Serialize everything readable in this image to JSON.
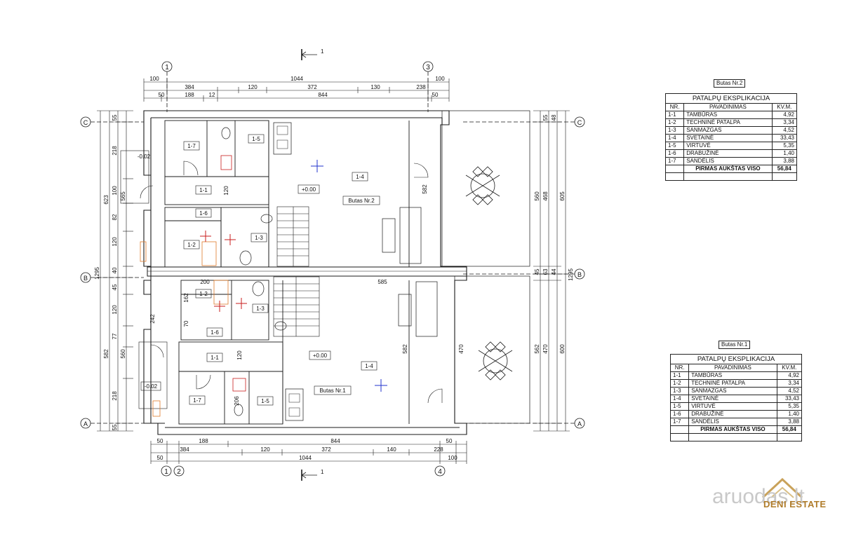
{
  "axes": {
    "top_left": "1",
    "top_right": "3",
    "bottom_left_a": "1",
    "bottom_left_b": "2",
    "bottom_right": "4",
    "row_c": "C",
    "row_b": "B",
    "row_a": "A"
  },
  "section": {
    "top": "1",
    "bottom": "1"
  },
  "dims_top": {
    "row1": [
      "100",
      "1044",
      "100"
    ],
    "row2": [
      "384",
      "120",
      "372",
      "130",
      "238"
    ],
    "row3": [
      "50",
      "188",
      "12",
      "844",
      "50"
    ]
  },
  "dims_bottom": {
    "row1": [
      "50",
      "188",
      "844",
      "50"
    ],
    "row2": [
      "384",
      "120",
      "372",
      "140",
      "228"
    ],
    "row3": [
      "50",
      "1044",
      "100"
    ]
  },
  "dims_left": {
    "outer": [
      "1295"
    ],
    "mid": [
      "623",
      "582"
    ],
    "inner_top": [
      "55",
      "218",
      "100",
      "82",
      "120",
      "40"
    ],
    "inner_bottom": [
      "45",
      "120",
      "77",
      "560",
      "218",
      "55"
    ],
    "extra": [
      "565",
      "242"
    ]
  },
  "dims_right": {
    "outer": [
      "1295"
    ],
    "mid": [
      "605",
      "600"
    ],
    "inner_top": [
      "55",
      "560",
      "48"
    ],
    "inner_mid": [
      "468",
      "470",
      "562"
    ],
    "small": [
      "45",
      "63",
      "44"
    ]
  },
  "apt2": {
    "label": "Butas Nr.2",
    "rooms": [
      "1-7",
      "1-5",
      "1-1",
      "1-4",
      "1-6",
      "1-2",
      "1-3"
    ],
    "level": "+0.00",
    "dims_inner": [
      "120",
      "582",
      "-0.02"
    ]
  },
  "apt1": {
    "label": "Butas Nr.1",
    "rooms": [
      "1-2",
      "1-3",
      "1-6",
      "1-1",
      "1-4",
      "1-7",
      "1-5"
    ],
    "level": "+0.00",
    "level_entry": "-0.02",
    "dims_inner": [
      "200",
      "162",
      "70",
      "585",
      "120",
      "582",
      "470",
      "206"
    ]
  },
  "table2": {
    "caption": "Butas Nr.2",
    "title": "PATALPŲ EKSPLIKACIJA",
    "headers": [
      "NR.",
      "PAVADINIMAS",
      "KV.M."
    ],
    "rows": [
      [
        "1-1",
        "TAMBŪRAS",
        "4,92"
      ],
      [
        "1-2",
        "TECHNINĖ PATALPA",
        "3,34"
      ],
      [
        "1-3",
        "SANMAZGAS",
        "4,52"
      ],
      [
        "1-4",
        "SVETAINĖ",
        "33,43"
      ],
      [
        "1-5",
        "VIRTUVĖ",
        "5,35"
      ],
      [
        "1-6",
        "DRABUŽINĖ",
        "1,40"
      ],
      [
        "1-7",
        "SANDĖLIS",
        "3,88"
      ]
    ],
    "total_label": "PIRMAS AUKŠTAS VISO",
    "total_value": "56,84"
  },
  "table1": {
    "caption": "Butas Nr.1",
    "title": "PATALPŲ EKSPLIKACIJA",
    "headers": [
      "NR.",
      "PAVADINIMAS",
      "KV.M."
    ],
    "rows": [
      [
        "1-1",
        "TAMBŪRAS",
        "4,92"
      ],
      [
        "1-2",
        "TECHNINĖ PATALPA",
        "3,34"
      ],
      [
        "1-3",
        "SANMAZGAS",
        "4,52"
      ],
      [
        "1-4",
        "SVETAINĖ",
        "33,43"
      ],
      [
        "1-5",
        "VIRTUVĖ",
        "5,35"
      ],
      [
        "1-6",
        "DRABUŽINĖ",
        "1,40"
      ],
      [
        "1-7",
        "SANDĖLIS",
        "3,88"
      ]
    ],
    "total_label": "PIRMAS AUKŠTAS VISO",
    "total_value": "56,84"
  },
  "watermark": {
    "site": "aruodas.lt",
    "brand": "DENI ESTATE"
  },
  "colors": {
    "line": "#1a1a1a",
    "wall_hatch": "#3a3a3a",
    "marker_red": "#c81e1e",
    "marker_blue": "#2233cc",
    "accent_orange": "#e07b2a",
    "brand_gold": "#b07c2a"
  }
}
